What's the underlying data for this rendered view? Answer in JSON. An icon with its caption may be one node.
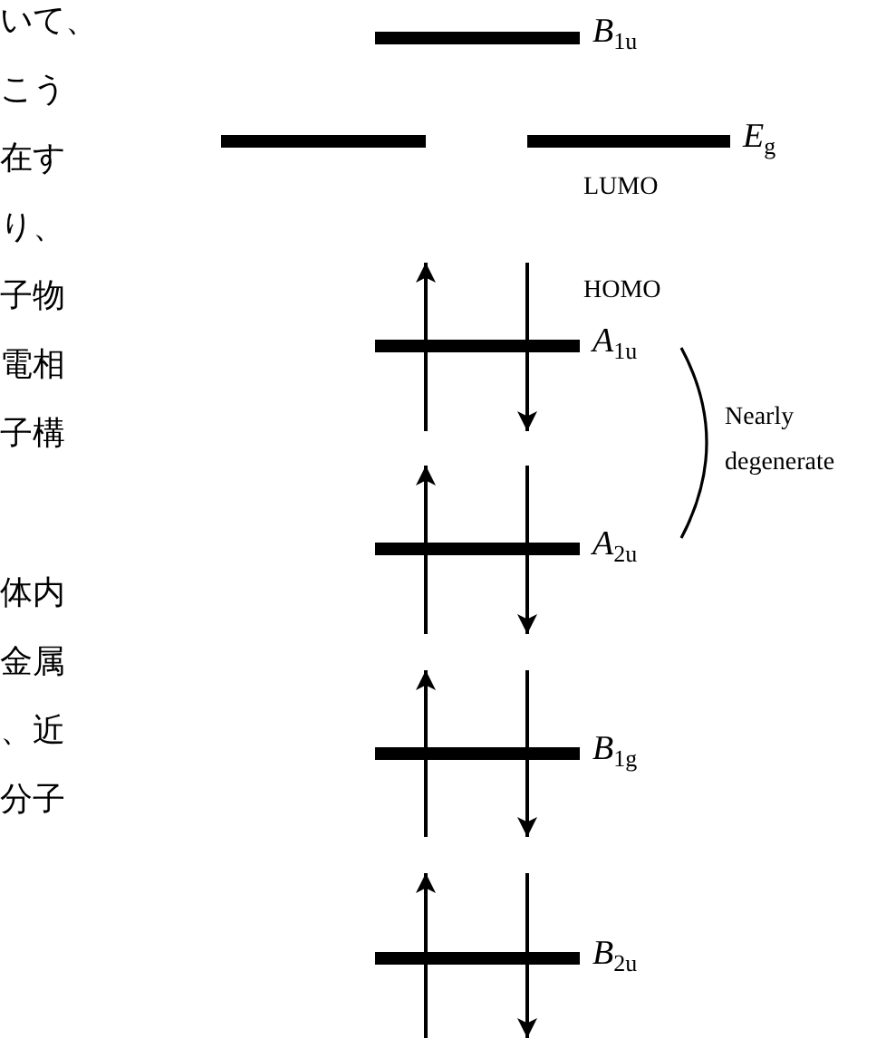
{
  "diagram": {
    "labels": [
      "いて、",
      "こう",
      "在す",
      "り、",
      "子物",
      "電相",
      "子構",
      "体内",
      "金属",
      "、近",
      "分子",
      "*B*$_{1u}$",
      "*E*$_{g}$",
      "LUMO",
      "HOMO",
      "*A*$_{1u}$",
      "Nearly degenerate",
      "*A*$_{2u}$",
      "*B*$_{1g}$",
      "*B*$_{2u}$"
    ]
  }
}
